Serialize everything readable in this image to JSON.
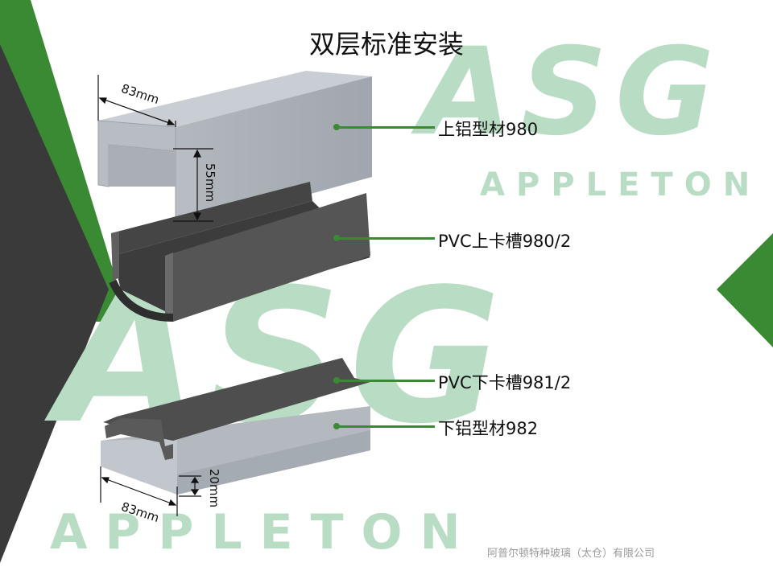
{
  "slide": {
    "title": "双层标准安装",
    "footer": "阿普尔顿特种玻璃（太仓）有限公司"
  },
  "watermark": {
    "logo_top": "ASG",
    "tagline_top": "APPLETON",
    "logo_bottom": "ASG",
    "tagline_bottom": "APPLETON"
  },
  "callouts": [
    {
      "label": "上铝型材980"
    },
    {
      "label": "PVC上卡槽980/2"
    },
    {
      "label": "PVC下卡槽981/2"
    },
    {
      "label": "下铝型材982"
    }
  ],
  "dimensions": {
    "top_width": "83mm",
    "top_height": "55mm",
    "bottom_width": "83mm",
    "bottom_height": "20mm"
  },
  "colors": {
    "accent_green": "#3a8a33",
    "dark_gray": "#3a3a3a",
    "watermark_green": "#b8dcc4",
    "aluminum": "#b9bec4",
    "pvc": "#505050"
  }
}
